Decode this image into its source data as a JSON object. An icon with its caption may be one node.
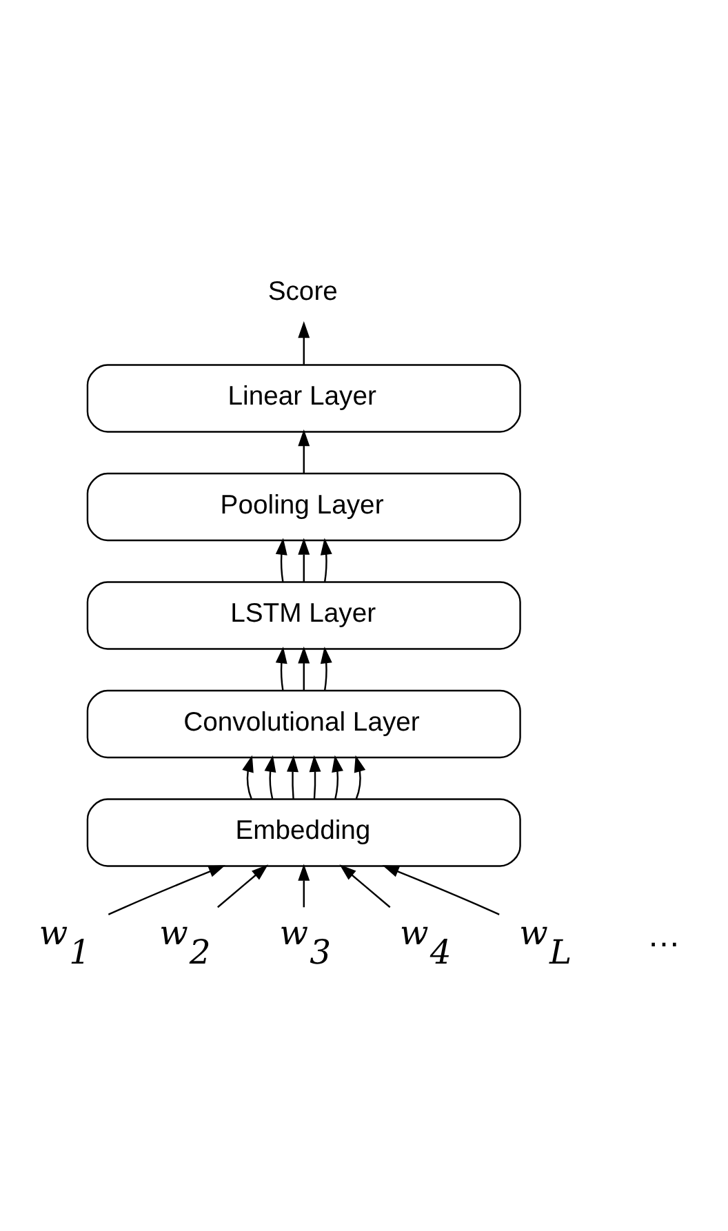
{
  "diagram": {
    "nodes": [
      {
        "text": [
          "Score"
        ]
      },
      {
        "text": [
          "Linear Layer"
        ]
      },
      {
        "text": [
          "Pooling Layer"
        ]
      },
      {
        "text": [
          "LSTM Layer"
        ]
      },
      {
        "text": [
          "Convolutional Layer"
        ]
      },
      {
        "text": [
          "Embedding"
        ]
      },
      {
        "text": [
          "w$_{1}$"
        ]
      },
      {
        "text": [
          "w$_{2}$"
        ]
      },
      {
        "text": [
          "w$_{3}$"
        ]
      },
      {
        "text": [
          "w$_{4}$"
        ]
      },
      {
        "text": [
          "w$_{L}$"
        ]
      }
    ],
    "edges": [
      {
        "from": 1,
        "to": 0,
        "arrow": "to"
      },
      {
        "from": 2,
        "to": 1,
        "arrow": "to"
      },
      {
        "from": 3,
        "to": 2,
        "arrow": "to"
      },
      {
        "from": 3,
        "to": 2,
        "arrow": "to"
      },
      {
        "from": 3,
        "to": 2,
        "arrow": "to"
      },
      {
        "from": 4,
        "to": 3,
        "arrow": "to"
      },
      {
        "from": 4,
        "to": 3,
        "arrow": "to"
      },
      {
        "from": 4,
        "to": 3,
        "arrow": "to"
      },
      {
        "from": 5,
        "to": 4,
        "arrow": "to"
      },
      {
        "from": 5,
        "to": 4,
        "arrow": "to"
      },
      {
        "from": 5,
        "to": 4,
        "arrow": "to"
      },
      {
        "from": 5,
        "to": 4,
        "arrow": "to"
      },
      {
        "from": 5,
        "to": 4,
        "arrow": "to"
      },
      {
        "from": 5,
        "to": 4,
        "arrow": "to"
      },
      {
        "from": 6,
        "to": 5,
        "arrow": "to"
      },
      {
        "from": 7,
        "to": 5,
        "arrow": "to"
      },
      {
        "from": 8,
        "to": 5,
        "arrow": "to"
      },
      {
        "from": 9,
        "to": 5,
        "arrow": "to"
      },
      {
        "from": 10,
        "to": 5,
        "arrow": "to"
      }
    ],
    "labels": [
      "…"
    ]
  }
}
